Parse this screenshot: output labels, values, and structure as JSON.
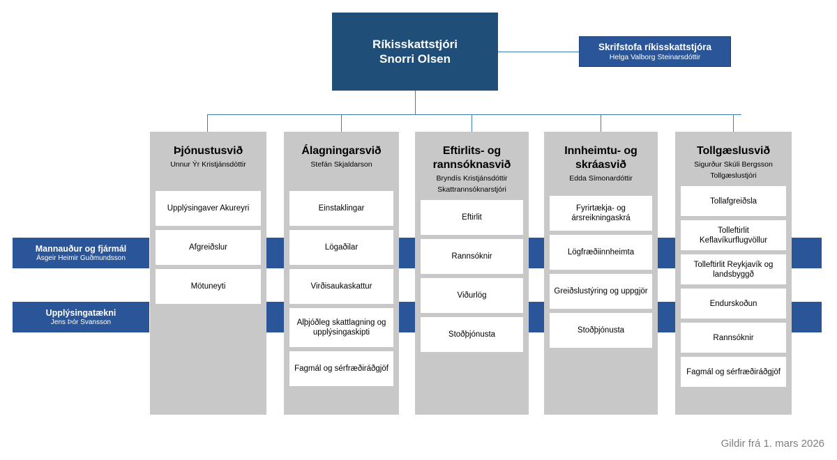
{
  "org": {
    "head": {
      "title": "Ríkisskattstjóri",
      "person": "Snorri Olsen"
    },
    "office": {
      "title": "Skrifstofa ríkisskattstjóra",
      "person": "Helga Valborg Steinarsdóttir"
    },
    "support_units": [
      {
        "title": "Mannauður og fjármál",
        "person": "Ásgeir Heimir Guðmundsson"
      },
      {
        "title": "Upplýsingatækni",
        "person": "Jens Þór Svansson"
      }
    ],
    "divisions": [
      {
        "name": "Þjónustusvið",
        "person": "Unnur Ýr Kristjánsdóttir",
        "person2": "",
        "units": [
          "Upplýsingaver Akureyri",
          "Afgreiðslur",
          "Mötuneyti"
        ]
      },
      {
        "name": "Álagningarsvið",
        "person": "Stefán Skjaldarson",
        "person2": "",
        "units": [
          "Einstaklingar",
          "Lögaðilar",
          "Virðisaukaskattur",
          "Alþjóðleg skattlagning og upplýsingaskipti",
          "Fagmál og sérfræðiráðgjöf"
        ]
      },
      {
        "name": "Eftirlits- og rannsóknasvið",
        "person": "Bryndís Kristjánsdóttir",
        "person2": "Skattrannsóknarstjóri",
        "units": [
          "Eftirlit",
          "Rannsóknir",
          "Viðurlög",
          "Stoðþjónusta"
        ]
      },
      {
        "name": "Innheimtu- og skráasvið",
        "person": "Edda Símonardóttir",
        "person2": "",
        "units": [
          "Fyrirtækja- og ársreikningaskrá",
          "Lögfræðiinnheimta",
          "Greiðslustýring og uppgjör",
          "Stoðþjónusta"
        ]
      },
      {
        "name": "Tollgæslusvið",
        "person": "Sigurður Skúli Bergsson",
        "person2": "Tollgæslustjóri",
        "units": [
          "Tollafgreiðsla",
          "Tolleftirlit Keflavíkurflugvöllur",
          "Tolleftirlit Reykjavík og landsbyggð",
          "Endurskoðun",
          "Rannsóknir",
          "Fagmál og sérfræðiráðgjöf"
        ]
      }
    ]
  },
  "footer": {
    "note": "Gildir frá 1. mars 2026"
  },
  "colors": {
    "dark_blue": "#1f4e79",
    "medium_blue": "#2a5699",
    "line_blue": "#3f7cb5",
    "column_gray": "#c8c8c8",
    "footer_gray": "#7f7f7f"
  }
}
